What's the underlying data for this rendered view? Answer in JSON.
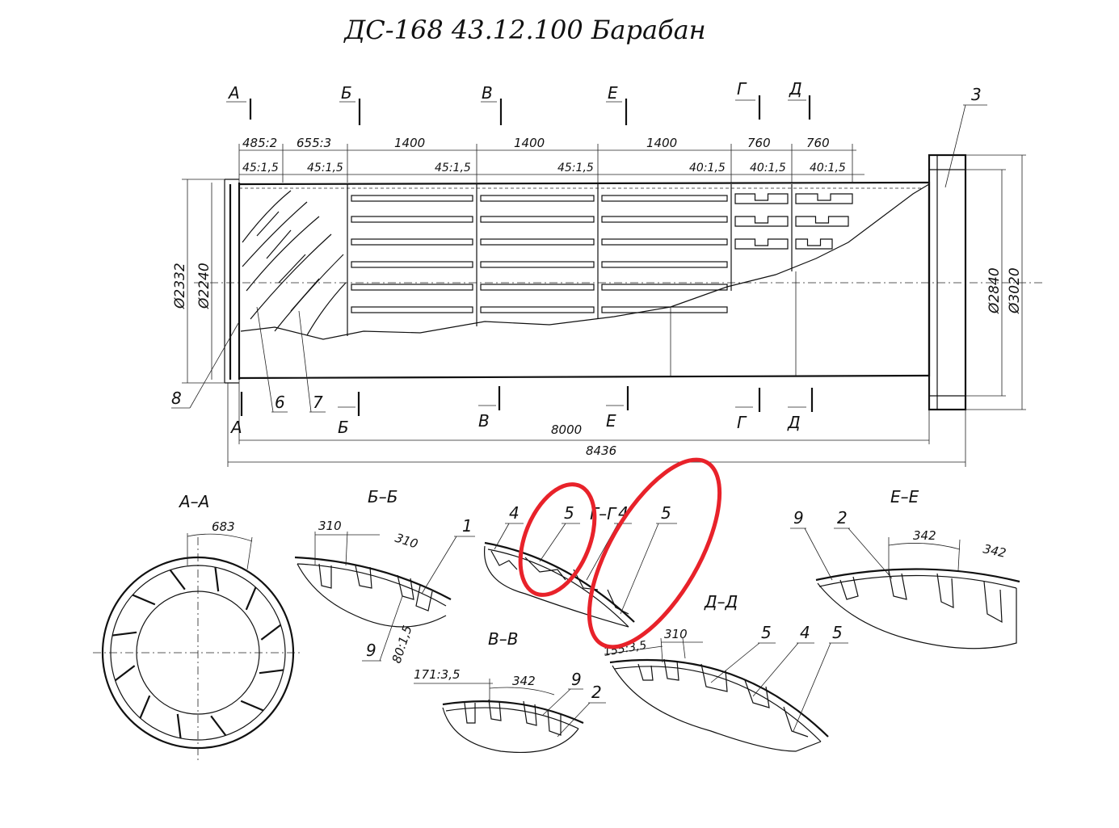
{
  "title": "ДС-168 43.12.100 Барабан",
  "section_marks": {
    "a": "А",
    "b": "Б",
    "v": "В",
    "e": "Е",
    "g": "Г",
    "d": "Д"
  },
  "top_dims": [
    "485:2",
    "655:3",
    "1400",
    "1400",
    "1400",
    "760",
    "760"
  ],
  "second_dims": [
    "45:1,5",
    "45:1,5",
    "45:1,5",
    "45:1,5",
    "40:1,5",
    "40:1,5",
    "40:1,5"
  ],
  "diameters": {
    "d1": "Ø2332",
    "d2": "Ø2240",
    "d3": "Ø2840",
    "d4": "Ø3020"
  },
  "overall_dims": {
    "inner": "8000",
    "outer": "8436"
  },
  "callouts": {
    "c3": "3",
    "c6": "6",
    "c7": "7",
    "c8": "8"
  },
  "views": {
    "aa": {
      "title": "А–А",
      "dim": "683"
    },
    "bb": {
      "title": "Б–Б",
      "dim1": "310",
      "dim2": "310",
      "c1": "1",
      "c9": "9",
      "dim3": "80:1,5"
    },
    "gg": {
      "title": "Г–Г",
      "c4a": "4",
      "c5a": "5",
      "c4b": "4",
      "c5b": "5"
    },
    "vv": {
      "title": "В–В",
      "dim1": "171:3,5",
      "dim2": "342",
      "c9": "9",
      "c2": "2"
    },
    "dd": {
      "title": "Д–Д",
      "dim1": "155:3,5",
      "dim2": "310",
      "c5a": "5",
      "c4": "4",
      "c5b": "5"
    },
    "ee": {
      "title": "Е–Е",
      "c9": "9",
      "c2": "2",
      "dim1": "342",
      "dim2": "342"
    }
  },
  "highlight_color": "#e8222a"
}
